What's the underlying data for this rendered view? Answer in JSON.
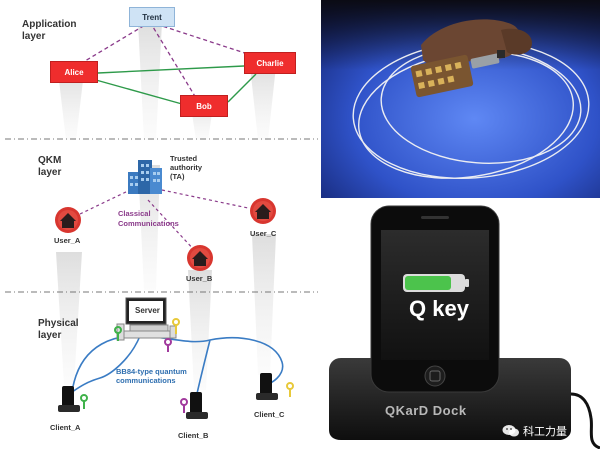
{
  "diagram": {
    "layers": {
      "application": "Application\nlayer",
      "qkm": "QKM\nlayer",
      "physical": "Physical\nlayer"
    },
    "application_nodes": {
      "trent": "Trent",
      "alice": "Alice",
      "charlie": "Charlie",
      "bob": "Bob"
    },
    "trusted_authority": "Trusted\nauthority\n(TA)",
    "classical_communications": "Classical\nCommunications",
    "users": {
      "a": "User_A",
      "b": "User_B",
      "c": "User_C"
    },
    "server": "Server",
    "bb84": "BB84-type quantum\ncommunications",
    "clients": {
      "a": "Client_A",
      "b": "Client_B",
      "c": "Client_C"
    }
  },
  "device": {
    "screen_text": "Q key",
    "dock_label": "QKarD Dock"
  },
  "watermark": "科工力量",
  "colors": {
    "node_red": "#ef2d2d",
    "trent_blue": "#cfe3f5",
    "purple_dash": "#8a3a8a",
    "green_link": "#2e9a4a",
    "blue_fiber": "#3a7cc4",
    "battery_green": "#4cc34c"
  }
}
